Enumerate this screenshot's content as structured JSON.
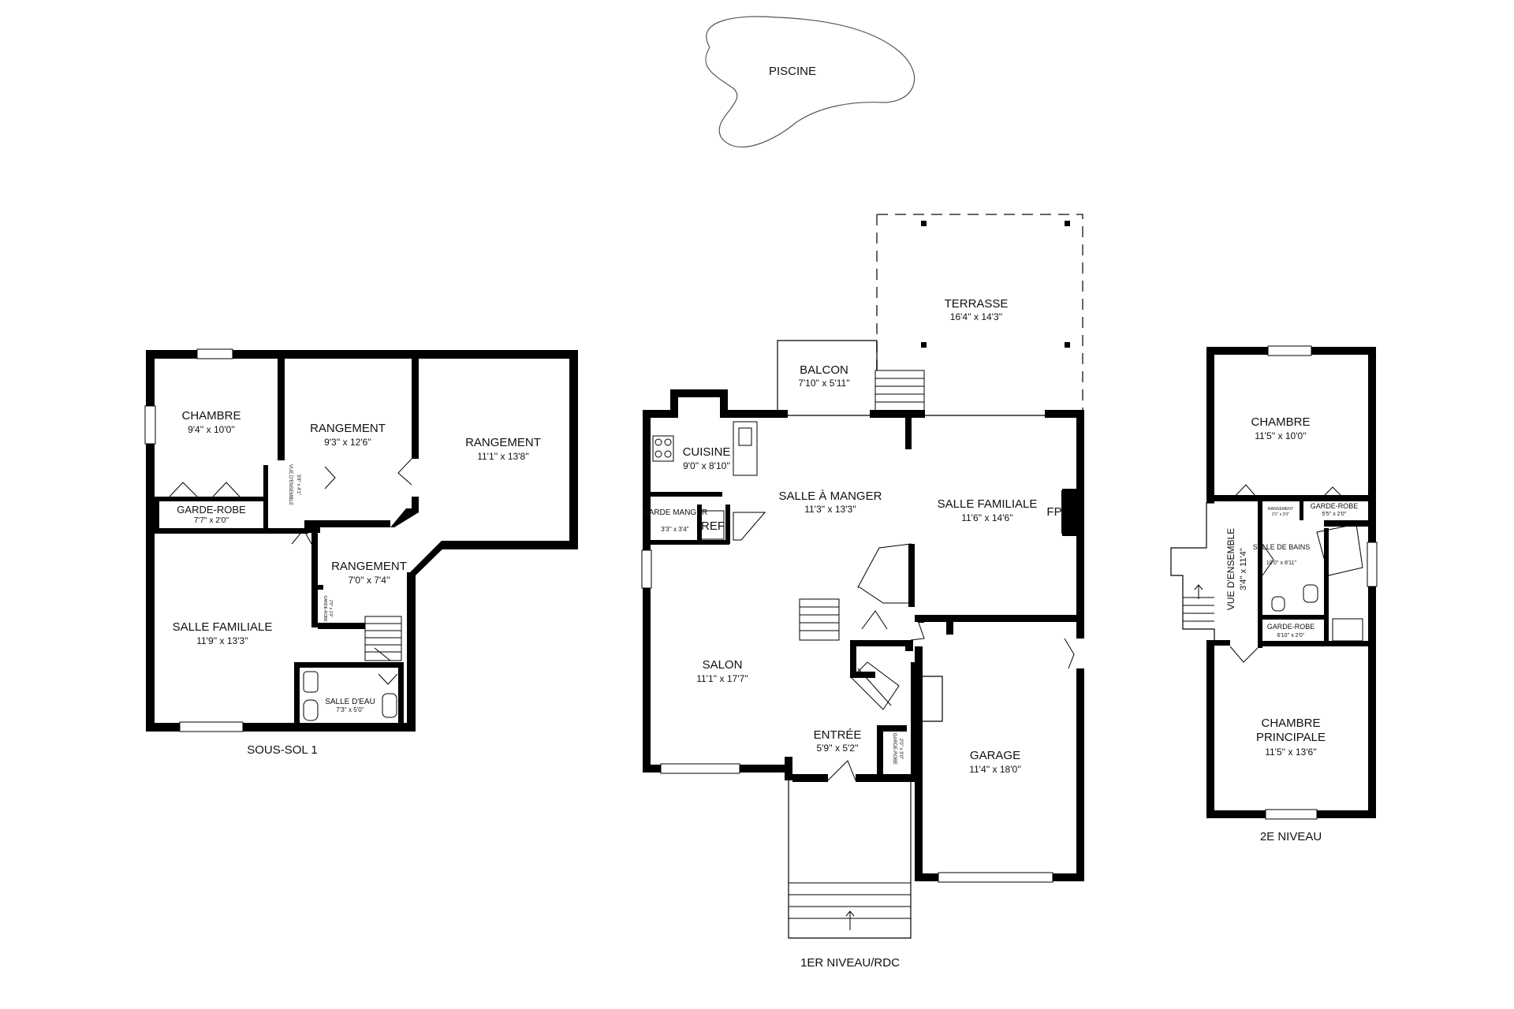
{
  "pool": {
    "label": "PISCINE"
  },
  "basement": {
    "caption": "SOUS-SOL 1",
    "rooms": [
      {
        "name": "CHAMBRE",
        "dims": "9'4'' x 10'0''"
      },
      {
        "name": "RANGEMENT",
        "dims": "9'3'' x 12'6''"
      },
      {
        "name": "RANGEMENT",
        "dims": "11'1'' x 13'8''"
      },
      {
        "name": "GARDE-ROBE",
        "dims": "7'7'' x 2'0''"
      },
      {
        "name": "VUE D'ENSEMBLE",
        "dims": "3'8'' x 4'1''"
      },
      {
        "name": "RANGEMENT",
        "dims": "7'0'' x 7'4''"
      },
      {
        "name": "SALLE FAMILIALE",
        "dims": "11'9'' x 13'3''"
      },
      {
        "name": "SALLE D'EAU",
        "dims": "7'3'' x 5'0''"
      },
      {
        "name": "GARDE-ROBE",
        "dims": "2'0'' x 1'9''"
      }
    ]
  },
  "main": {
    "caption": "1ER NIVEAU/RDC",
    "rooms": [
      {
        "name": "TERRASSE",
        "dims": "16'4'' x 14'3''"
      },
      {
        "name": "BALCON",
        "dims": "7'10'' x 5'11''"
      },
      {
        "name": "CUISINE",
        "dims": "9'0'' x 8'10''"
      },
      {
        "name": "SALLE À MANGER",
        "dims": "11'3'' x 13'3''"
      },
      {
        "name": "SALLE FAMILIALE",
        "dims": "11'6'' x 14'6''"
      },
      {
        "name": "GARDE MANGER",
        "dims": "3'3'' x 3'4''"
      },
      {
        "name": "SALON",
        "dims": "11'1'' x 17'7''"
      },
      {
        "name": "ENTRÉE",
        "dims": "5'9'' x 5'2''"
      },
      {
        "name": "GARDE-ROBE",
        "dims": "2'0'' x 3'0''"
      },
      {
        "name": "GARAGE",
        "dims": "11'4'' x 18'0''"
      }
    ],
    "ref_label": "REF",
    "fp_label": "FP"
  },
  "upper": {
    "caption": "2E NIVEAU",
    "rooms": [
      {
        "name": "CHAMBRE",
        "dims": "11'5'' x 10'0''"
      },
      {
        "name": "RANGEMENT",
        "dims": "3'1'' x 2'0''"
      },
      {
        "name": "GARDE-ROBE",
        "dims": "5'5'' x 2'0''"
      },
      {
        "name": "VUE D'ENSEMBLE",
        "dims": "3'4'' x 11'4''"
      },
      {
        "name": "SALLE DE BAINS",
        "dims": "10'0'' x 8'11''"
      },
      {
        "name": "GARDE-ROBE",
        "dims": "6'10'' x 2'0''"
      },
      {
        "name": "CHAMBRE PRINCIPALE",
        "dims": "11'5'' x 13'6''"
      }
    ]
  }
}
